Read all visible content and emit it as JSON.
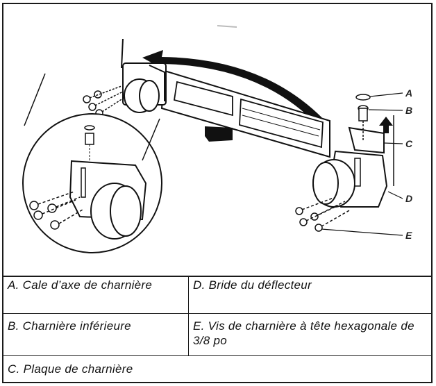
{
  "callouts": {
    "a": "A",
    "b": "B",
    "c": "C",
    "d": "D",
    "e": "E"
  },
  "legend": {
    "rows": [
      {
        "left": "A.  Cale  d’axe  de charnière",
        "right": "D.  Bride  du  déflecteur"
      },
      {
        "left": "B.  Charnière  inférieure",
        "right": "E.  Vis  de  charnière  à  tête hexagonale  de  3/8  po"
      },
      {
        "full": "C.  Plaque  de  charnière"
      }
    ]
  }
}
